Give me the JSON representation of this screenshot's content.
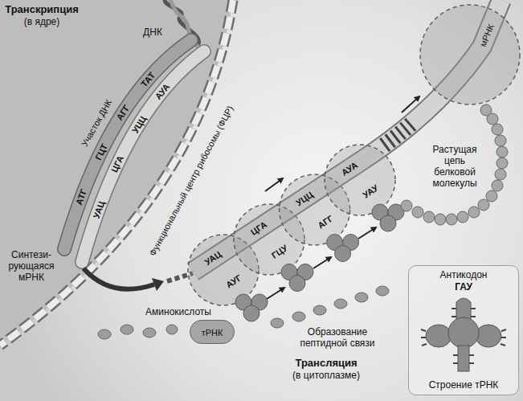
{
  "diagram": {
    "nodes": [
      {
        "text": [
          "тРНК"
        ]
      },
      {
        "text": [
          "Антикодон",
          "ГАУ",
          "Строение тРНК"
        ]
      }
    ],
    "labels": [
      "Транскрипция",
      "(в ядре)",
      "ДНК",
      "Участок ДНК",
      "АТГ",
      "ГЦТ",
      "АГГ",
      "ТАТ",
      "УАЦ",
      "ЦГА",
      "УЦЦ",
      "АУА",
      "Синтези- рующаяся мРНК",
      "Функциональный центр рибосомы (ФЦР)",
      "УАЦ",
      "ЦГА",
      "УЦЦ",
      "АУА",
      "АУГ",
      "ГЦУ",
      "АГГ",
      "УАУ",
      "мРНК",
      "Растущая цепь белковой молекулы",
      "Аминокислоты",
      "Образование пептидной связи",
      "Трансляция",
      "(в цитоплазме)"
    ]
  }
}
